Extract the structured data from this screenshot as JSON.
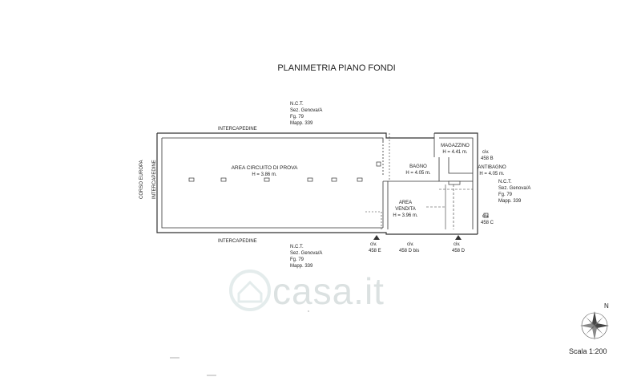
{
  "title": "PLANIMETRIA PIANO FONDI",
  "scale": "Scala 1:200",
  "compass_letter": "N",
  "watermark": "casa.it",
  "nct_top": [
    "N.C.T.",
    "Sez. Genova/A",
    "Fg. 79",
    "Mapp. 339"
  ],
  "nct_bottom": [
    "N.C.T.",
    "Sez. Genova/A",
    "Fg. 79",
    "Mapp. 339"
  ],
  "nct_right": [
    "N.C.T.",
    "Sez. Genova/A",
    "Fg. 79",
    "Mapp. 339"
  ],
  "intercapedine_top": "INTERCAPEDINE",
  "intercapedine_bottom": "INTERCAPEDINE",
  "intercapedine_left": "INTERCAPEDINE",
  "corso_europa": "CORSO EUROPA",
  "rooms": {
    "area_circuito": [
      "AREA CIRCUITO DI PROVA",
      "H = 3.86 m."
    ],
    "bagno": [
      "BAGNO",
      "H = 4.05 m."
    ],
    "area_vendita": [
      "AREA",
      "VENDITA",
      "H = 3.96 m."
    ],
    "magazzino": [
      "MAGAZZINO",
      "H = 4.41 m."
    ],
    "antibagno": [
      "ANTIBAGNO",
      "H = 4.05 m."
    ]
  },
  "civics": {
    "e": [
      "civ.",
      "458 E"
    ],
    "d_bis": [
      "civ.",
      "458 D bis"
    ],
    "d": [
      "civ.",
      "458 D"
    ],
    "b": [
      "civ.",
      "458 B"
    ],
    "c": [
      "civ.",
      "458 C"
    ]
  },
  "colors": {
    "ink": "#222222",
    "watermark": "#9aa8aa"
  }
}
